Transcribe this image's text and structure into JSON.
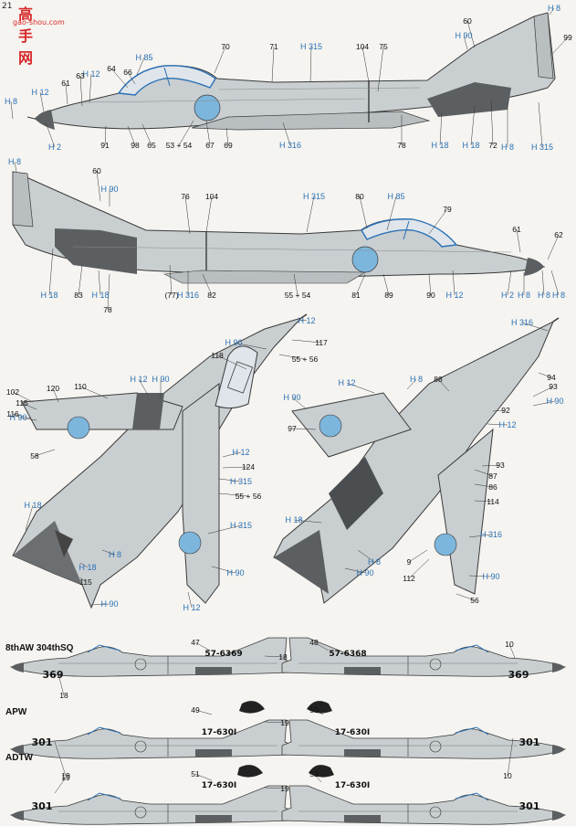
{
  "watermark": {
    "prefix": "21",
    "brand": "高手网",
    "url": "gao-shou.com"
  },
  "sections": [
    {
      "id": "8aw",
      "label": "8thAW 304thSQ"
    },
    {
      "id": "apw",
      "label": "APW"
    },
    {
      "id": "adtw",
      "label": "ADTW"
    }
  ],
  "callouts": [
    {
      "t": "60",
      "k": "n"
    },
    {
      "t": "H 8",
      "k": "h"
    },
    {
      "t": "H 90",
      "k": "h"
    },
    {
      "t": "99",
      "k": "n"
    },
    {
      "t": "70",
      "k": "n"
    },
    {
      "t": "71",
      "k": "n"
    },
    {
      "t": "H 315",
      "k": "h"
    },
    {
      "t": "104",
      "k": "n"
    },
    {
      "t": "75",
      "k": "n"
    },
    {
      "t": "H 85",
      "k": "h"
    },
    {
      "t": "66",
      "k": "n"
    },
    {
      "t": "64",
      "k": "n"
    },
    {
      "t": "H 12",
      "k": "h"
    },
    {
      "t": "63",
      "k": "n"
    },
    {
      "t": "61",
      "k": "n"
    },
    {
      "t": "H 12",
      "k": "h"
    },
    {
      "t": "H 8",
      "k": "h"
    },
    {
      "t": "H 2",
      "k": "h"
    },
    {
      "t": "91",
      "k": "n"
    },
    {
      "t": "98",
      "k": "n"
    },
    {
      "t": "65",
      "k": "n"
    },
    {
      "t": "53 + 54",
      "k": "n"
    },
    {
      "t": "67",
      "k": "n"
    },
    {
      "t": "69",
      "k": "n"
    },
    {
      "t": "H 316",
      "k": "h"
    },
    {
      "t": "78",
      "k": "n"
    },
    {
      "t": "H 18",
      "k": "h"
    },
    {
      "t": "H 18",
      "k": "h"
    },
    {
      "t": "72",
      "k": "n"
    },
    {
      "t": "H 8",
      "k": "h"
    },
    {
      "t": "H 315",
      "k": "h"
    },
    {
      "t": "H 8",
      "k": "h"
    },
    {
      "t": "60",
      "k": "n"
    },
    {
      "t": "H 90",
      "k": "h"
    },
    {
      "t": "76",
      "k": "n"
    },
    {
      "t": "104",
      "k": "n"
    },
    {
      "t": "H 315",
      "k": "h"
    },
    {
      "t": "80",
      "k": "n"
    },
    {
      "t": "H 85",
      "k": "h"
    },
    {
      "t": "79",
      "k": "n"
    },
    {
      "t": "61",
      "k": "n"
    },
    {
      "t": "62",
      "k": "n"
    },
    {
      "t": "H 8",
      "k": "h"
    },
    {
      "t": "H 18",
      "k": "h"
    },
    {
      "t": "83",
      "k": "n"
    },
    {
      "t": "H 18",
      "k": "h"
    },
    {
      "t": "78",
      "k": "n"
    },
    {
      "t": "(77)",
      "k": "n"
    },
    {
      "t": "H 316",
      "k": "h"
    },
    {
      "t": "82",
      "k": "n"
    },
    {
      "t": "55 + 54",
      "k": "n"
    },
    {
      "t": "81",
      "k": "n"
    },
    {
      "t": "89",
      "k": "n"
    },
    {
      "t": "90",
      "k": "n"
    },
    {
      "t": "H 12",
      "k": "h"
    },
    {
      "t": "H 2",
      "k": "h"
    },
    {
      "t": "H 8",
      "k": "h"
    },
    {
      "t": "H 8",
      "k": "h"
    },
    {
      "t": "H 12",
      "k": "h"
    },
    {
      "t": "117",
      "k": "n"
    },
    {
      "t": "H 90",
      "k": "h"
    },
    {
      "t": "118",
      "k": "n"
    },
    {
      "t": "55 + 56",
      "k": "n"
    },
    {
      "t": "110",
      "k": "n"
    },
    {
      "t": "H 12",
      "k": "h"
    },
    {
      "t": "H 90",
      "k": "h"
    },
    {
      "t": "102",
      "k": "n"
    },
    {
      "t": "120",
      "k": "n"
    },
    {
      "t": "115",
      "k": "n"
    },
    {
      "t": "H 90",
      "k": "h"
    },
    {
      "t": "116",
      "k": "n"
    },
    {
      "t": "58",
      "k": "n"
    },
    {
      "t": "H 12",
      "k": "h"
    },
    {
      "t": "124",
      "k": "n"
    },
    {
      "t": "H 315",
      "k": "h"
    },
    {
      "t": "55 + 56",
      "k": "n"
    },
    {
      "t": "H 315",
      "k": "h"
    },
    {
      "t": "H 18",
      "k": "h"
    },
    {
      "t": "H 8",
      "k": "h"
    },
    {
      "t": "H 18",
      "k": "h"
    },
    {
      "t": "115",
      "k": "n"
    },
    {
      "t": "H 90",
      "k": "h"
    },
    {
      "t": "H 90",
      "k": "h"
    },
    {
      "t": "H 12",
      "k": "h"
    },
    {
      "t": "H 316",
      "k": "h"
    },
    {
      "t": "H 12",
      "k": "h"
    },
    {
      "t": "H 8",
      "k": "h"
    },
    {
      "t": "88",
      "k": "n"
    },
    {
      "t": "94",
      "k": "n"
    },
    {
      "t": "93",
      "k": "n"
    },
    {
      "t": "H 90",
      "k": "h"
    },
    {
      "t": "H 90",
      "k": "h"
    },
    {
      "t": "97",
      "k": "n"
    },
    {
      "t": "92",
      "k": "n"
    },
    {
      "t": "H 12",
      "k": "h"
    },
    {
      "t": "93",
      "k": "n"
    },
    {
      "t": "87",
      "k": "n"
    },
    {
      "t": "86",
      "k": "n"
    },
    {
      "t": "114",
      "k": "n"
    },
    {
      "t": "H 316",
      "k": "h"
    },
    {
      "t": "H 18",
      "k": "h"
    },
    {
      "t": "H 8",
      "k": "h"
    },
    {
      "t": "H 90",
      "k": "h"
    },
    {
      "t": "H 90",
      "k": "h"
    },
    {
      "t": "56",
      "k": "n"
    },
    {
      "t": "112",
      "k": "n"
    },
    {
      "t": "9",
      "k": "n"
    },
    {
      "t": "47",
      "k": "n"
    },
    {
      "t": "48",
      "k": "n"
    },
    {
      "t": "18",
      "k": "n"
    },
    {
      "t": "18",
      "k": "n"
    },
    {
      "t": "10",
      "k": "n"
    },
    {
      "t": "49",
      "k": "n"
    },
    {
      "t": "50",
      "k": "n"
    },
    {
      "t": "19",
      "k": "n"
    },
    {
      "t": "19",
      "k": "n"
    },
    {
      "t": "10",
      "k": "n"
    },
    {
      "t": "51",
      "k": "n"
    },
    {
      "t": "52",
      "k": "n"
    },
    {
      "t": "19",
      "k": "n"
    },
    {
      "t": "19",
      "k": "n"
    }
  ],
  "markings": [
    "57-6369",
    "57-6368",
    "369",
    "369",
    "17-630I",
    "17-630I",
    "301",
    "301",
    "17-630I",
    "17-630I",
    "301",
    "301"
  ],
  "colors": {
    "paint": "#c9ced1",
    "line": "#3a3a3a",
    "dark": "#5c5f62",
    "roundel": "#7db6dc",
    "label_h": "#2b70b5",
    "nose": "#3d8fd0"
  }
}
